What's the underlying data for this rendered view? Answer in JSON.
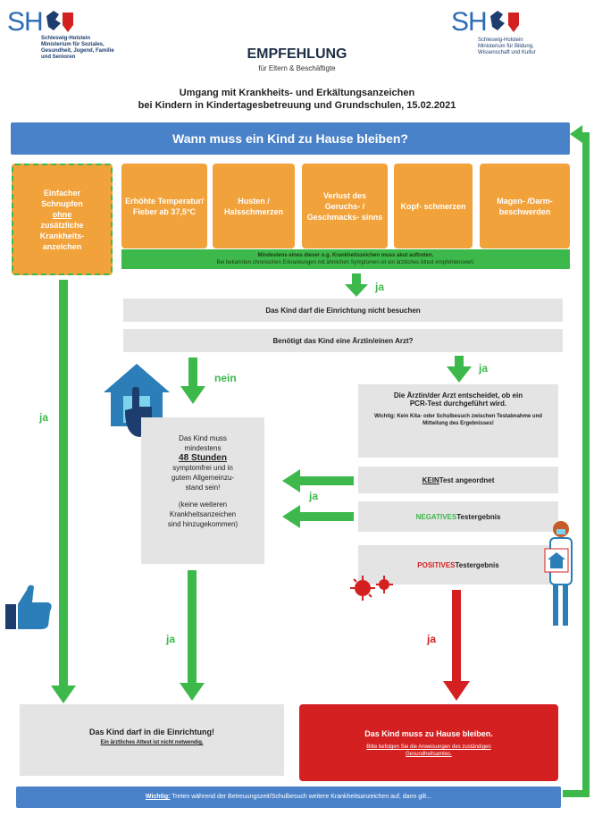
{
  "logo_left": {
    "mark": "SH",
    "lines": [
      "Schleswig-Holstein",
      "Ministerium für Soziales,",
      "Gesundheit, Jugend, Familie",
      "und Senioren"
    ]
  },
  "logo_right": {
    "mark": "SH",
    "lines": [
      "Schleswig-Holstein",
      "Ministerium für Bildung,",
      "Wissenschaft und Kultur"
    ]
  },
  "header": {
    "title": "EMPFEHLUNG",
    "subtitle": "für Eltern & Beschäftigte",
    "line1": "Umgang mit Krankheits- und Erkältungsanzeichen",
    "line2": "bei Kindern in Kindertagesbetreuung und Grundschulen, 15.02.2021"
  },
  "main_question": "Wann muss ein Kind zu Hause bleiben?",
  "left_box": {
    "line1": "Einfacher",
    "line2": "Schnupfen",
    "line3": "ohne",
    "line4": "zusätzliche",
    "line5": "Krankheits-",
    "line6": "anzeichen"
  },
  "symptoms": [
    "Erhöhte Temperatur/ Fieber ab 37,5°C",
    "Husten / Halsschmerzen",
    "Verlust des Geruchs- / Geschmacks- sinns",
    "Kopf- schmerzen",
    "Magen- /Darm- beschwerden"
  ],
  "green_note": {
    "line1": "Mindestens eines dieser o.g. Krankheitszeichen muss akut auftreten.",
    "line2": "Bei bekannten chronischen Erkrankungen mit ähnlichen Symptomen ist ein ärztliches Attest empfehlenswert."
  },
  "labels": {
    "ja": "ja",
    "nein": "nein"
  },
  "step_no_visit": "Das Kind darf die Einrichtung nicht besuchen",
  "step_doctor_question": "Benötigt das Kind eine Ärztin/einen Arzt?",
  "doctor_decides": {
    "line1": "Die Ärztin/der Arzt entscheidet, ob ein",
    "line2": "PCR-Test durchgeführt wird.",
    "note": "Wichtig: Kein Kita- oder Schulbesuch zwischen Testabnahme und Mitteilung des Ergebnisses!"
  },
  "wait_box": {
    "line1": "Das Kind muss",
    "line2": "mindestens",
    "hours": "48 Stunden",
    "line3": "symptomfrei und in",
    "line4": "gutem Allgemeinzu-",
    "line5": "stand sein!",
    "line6": "(keine weiteren",
    "line7": "Krankheitsanzeichen",
    "line8": "sind hinzugekommen)"
  },
  "test_none": {
    "emph": "KEIN",
    "rest": " Test angeordnet"
  },
  "test_negative": {
    "emph": "NEGATIVES",
    "rest": " Testergebnis"
  },
  "test_positive": {
    "emph": "POSITIVES",
    "rest": " Testergebnis"
  },
  "result_ok": {
    "title": "Das Kind darf in die Einrichtung!",
    "note": "Ein ärztliches Attest ist nicht notwendig."
  },
  "result_home": {
    "title": "Das Kind muss zu Hause bleiben.",
    "note": "Bitte befolgen Sie die Anweisungen des zuständigen Gesundheitsamtes."
  },
  "footer": {
    "emph": "Wichtig:",
    "rest": " Treten während der Betreuungszeit/Schulbesuch weitere Krankheitsanzeichen auf, dann gilt..."
  },
  "colors": {
    "blue": "#4a82c9",
    "orange": "#f2a23a",
    "green": "#3cb94a",
    "red": "#d42020",
    "grey": "#e4e4e4"
  },
  "icons": [
    "house-hand-icon",
    "thumbs-up-icon",
    "virus-icon",
    "doctor-icon"
  ]
}
